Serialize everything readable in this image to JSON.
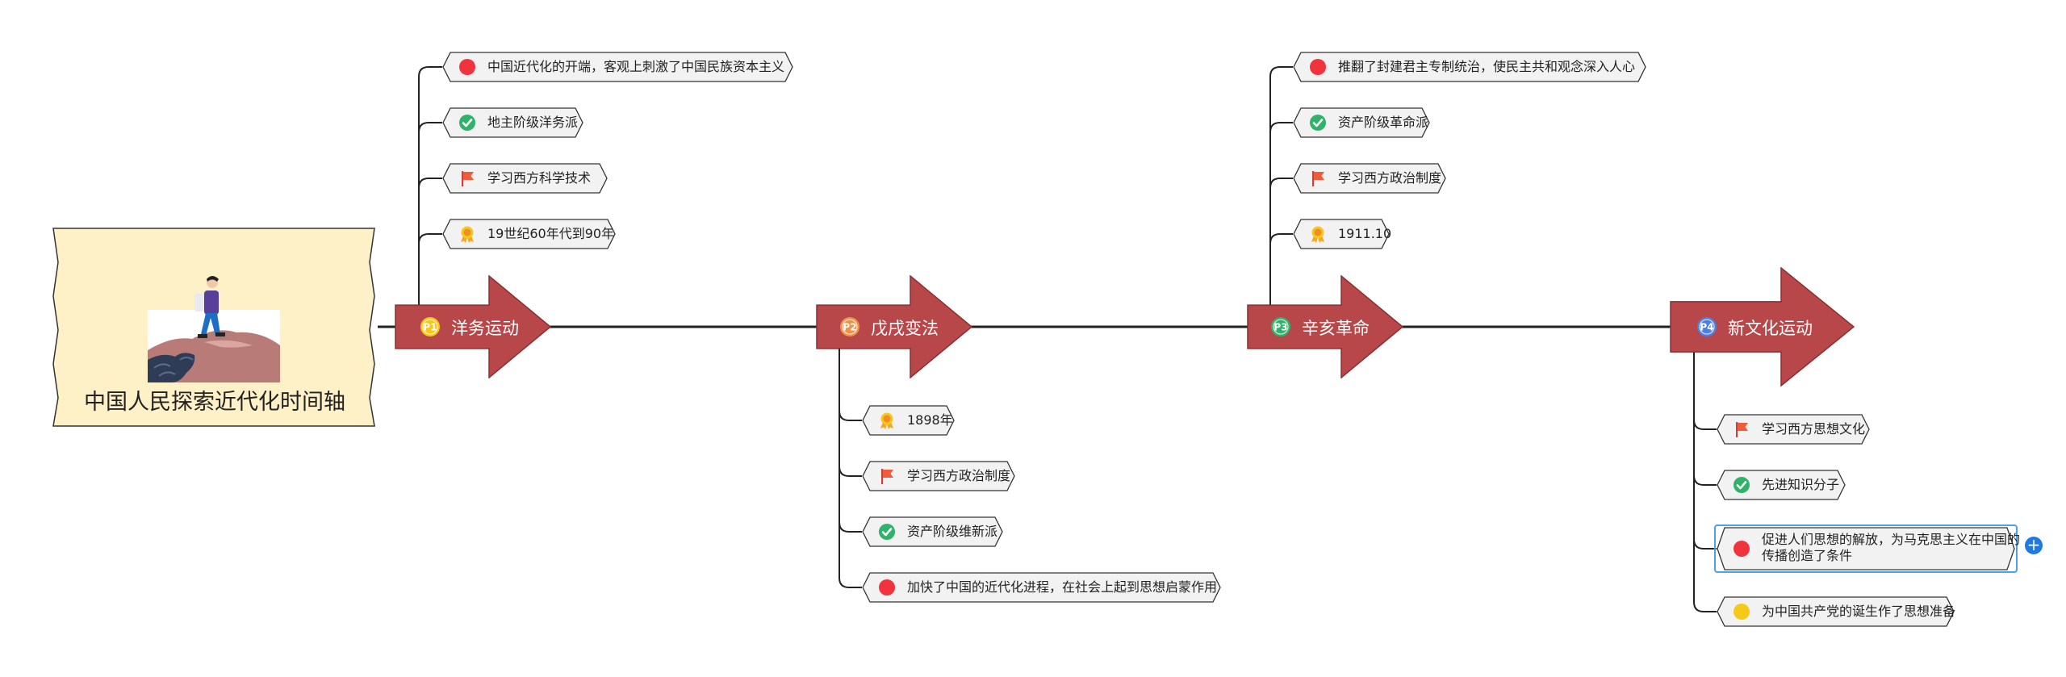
{
  "root": {
    "title": "中国人民探索近代化时间轴"
  },
  "topics": [
    {
      "id": "t1",
      "label": "洋务运动",
      "marker": "1",
      "marker_color": "#f5c918",
      "details": [
        {
          "icon": "red-dot-icon",
          "text": "中国近代化的开端，客观上刺激了中国民族资本主义"
        },
        {
          "icon": "check-icon",
          "text": "地主阶级洋务派"
        },
        {
          "icon": "flag-icon",
          "text": "学习西方科学技术"
        },
        {
          "icon": "award-icon",
          "text": "19世纪60年代到90年"
        }
      ]
    },
    {
      "id": "t2",
      "label": "戊戌变法",
      "marker": "2",
      "marker_color": "#f0914a",
      "details": [
        {
          "icon": "award-icon",
          "text": "1898年"
        },
        {
          "icon": "flag-icon",
          "text": "学习西方政治制度"
        },
        {
          "icon": "check-icon",
          "text": "资产阶级维新派"
        },
        {
          "icon": "red-dot-icon",
          "text": "加快了中国的近代化进程，在社会上起到思想启蒙作用"
        }
      ]
    },
    {
      "id": "t3",
      "label": "辛亥革命",
      "marker": "3",
      "marker_color": "#2fb36a",
      "details": [
        {
          "icon": "red-dot-icon",
          "text": "推翻了封建君主专制统治，使民主共和观念深入人心"
        },
        {
          "icon": "check-icon",
          "text": "资产阶级革命派"
        },
        {
          "icon": "flag-icon",
          "text": "学习西方政治制度"
        },
        {
          "icon": "award-icon",
          "text": "1911.10"
        }
      ]
    },
    {
      "id": "t4",
      "label": "新文化运动",
      "marker": "4",
      "marker_color": "#4d7ee0",
      "details": [
        {
          "icon": "flag-icon",
          "text": "学习西方思想文化"
        },
        {
          "icon": "check-icon",
          "text": "先进知识分子"
        },
        {
          "icon": "red-dot-icon",
          "text": "促进人们思想的解放，为马克思主义在中国的传播创造了条件"
        },
        {
          "icon": "yellow-dot-icon",
          "text": "为中国共产党的诞生作了思想准备"
        }
      ]
    }
  ],
  "colors": {
    "arrow": "#b8474a",
    "arrow_stroke": "#8a2f32",
    "tag_bg": "#f2f2f2",
    "root_bg": "#fef1c7",
    "selection": "#4aa3e6",
    "plus": "#1f79e0"
  }
}
